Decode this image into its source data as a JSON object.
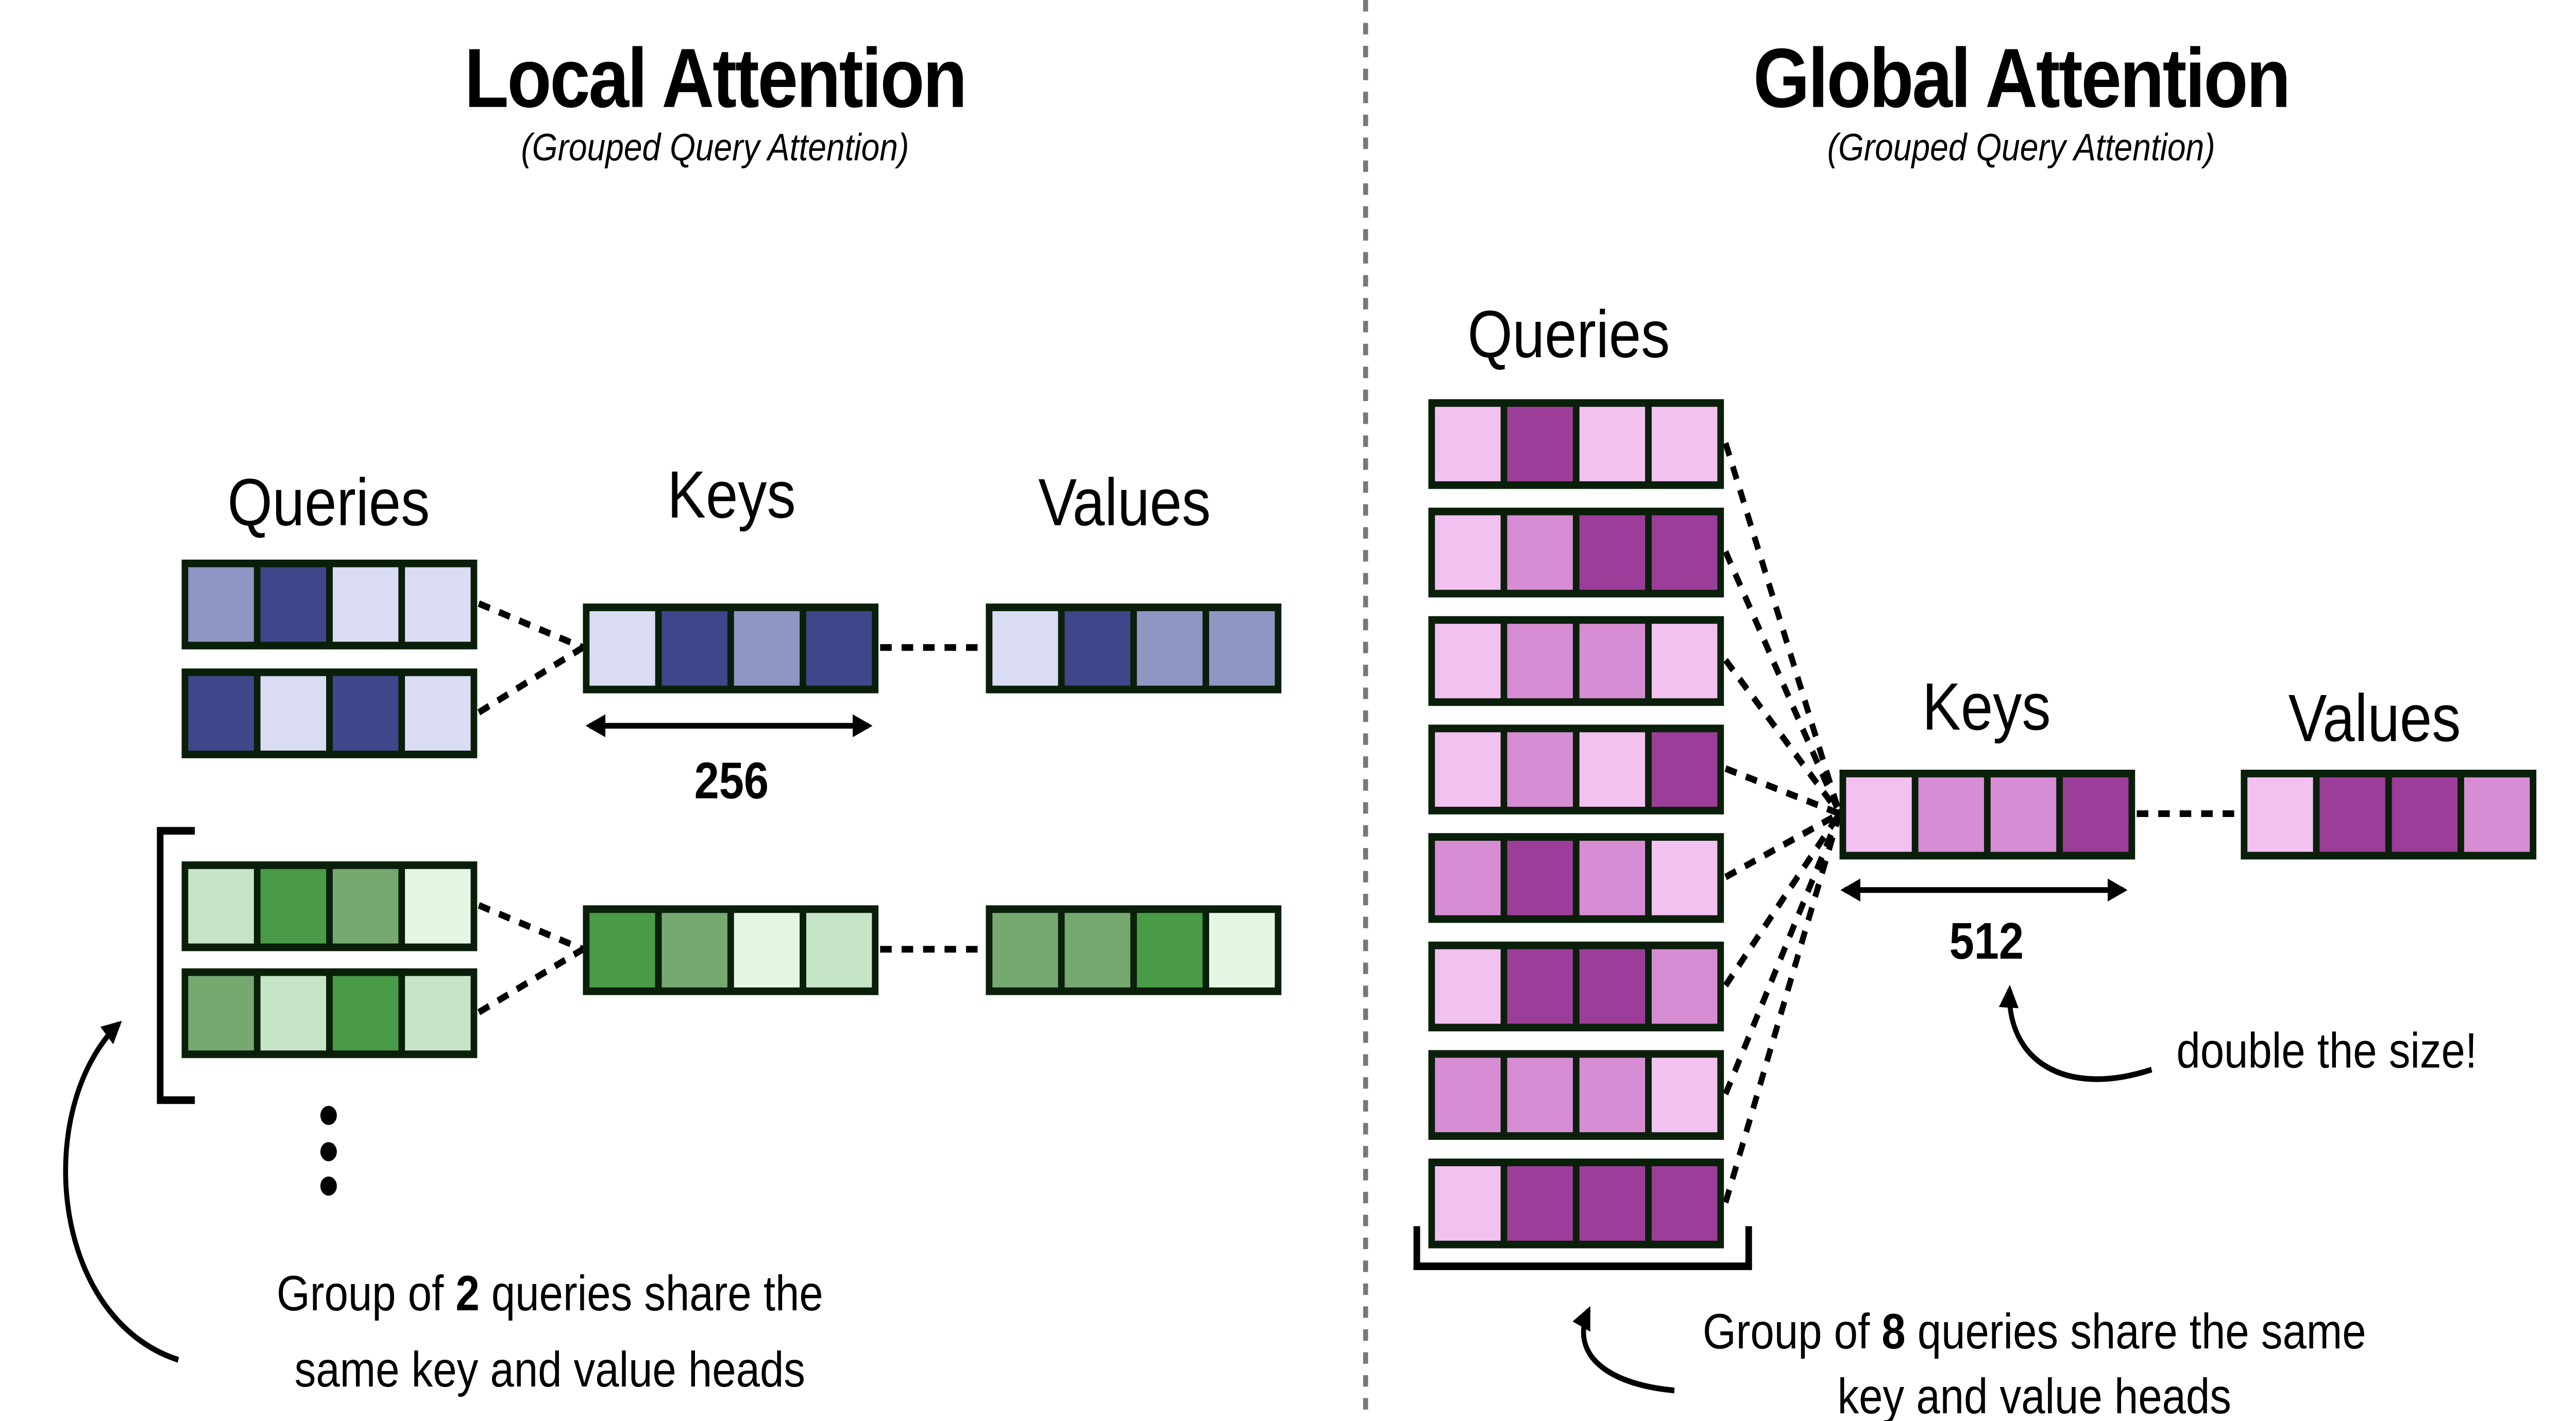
{
  "palette": {
    "border": "#0A1F0A",
    "blue": {
      "light": "#DADCF4",
      "mid": "#9096C4",
      "dark": "#3F478A"
    },
    "green": {
      "light": "#E5F7E4",
      "pale": "#C6E5C6",
      "mid": "#76A970",
      "dark": "#4A9B48"
    },
    "pink": {
      "light": "#F2C1F0",
      "mid": "#D78DD4",
      "dark": "#9C3D99"
    },
    "divider": "#777777"
  },
  "local": {
    "title": "Local Attention",
    "subtitle": "(Grouped Query Attention)",
    "queries_label": "Queries",
    "keys_label": "Keys",
    "values_label": "Values",
    "key_size": "256",
    "groups": [
      {
        "color": "blue",
        "queries": [
          [
            "mid",
            "dark",
            "light",
            "light"
          ],
          [
            "dark",
            "light",
            "dark",
            "light"
          ]
        ],
        "keys": [
          "light",
          "dark",
          "mid",
          "dark"
        ],
        "values": [
          "light",
          "dark",
          "mid",
          "mid"
        ]
      },
      {
        "color": "green",
        "queries": [
          [
            "pale",
            "dark",
            "mid",
            "light"
          ],
          [
            "mid",
            "pale",
            "dark",
            "pale"
          ]
        ],
        "keys": [
          "dark",
          "mid",
          "light",
          "pale"
        ],
        "values": [
          "mid",
          "mid",
          "dark",
          "light"
        ]
      }
    ],
    "ellipsis": "⋮",
    "note": {
      "line1_pre": "Group of ",
      "line1_bold": "2",
      "line1_post": " queries share the",
      "line2": "same key and value heads"
    }
  },
  "global": {
    "title": "Global Attention",
    "subtitle": "(Grouped Query Attention)",
    "queries_label": "Queries",
    "keys_label": "Keys",
    "values_label": "Values",
    "key_size": "512",
    "color": "pink",
    "queries": [
      [
        "light",
        "dark",
        "light",
        "light"
      ],
      [
        "light",
        "mid",
        "dark",
        "dark"
      ],
      [
        "light",
        "mid",
        "mid",
        "light"
      ],
      [
        "light",
        "mid",
        "light",
        "dark"
      ],
      [
        "mid",
        "dark",
        "mid",
        "light"
      ],
      [
        "light",
        "dark",
        "dark",
        "mid"
      ],
      [
        "mid",
        "mid",
        "mid",
        "light"
      ],
      [
        "light",
        "dark",
        "dark",
        "dark"
      ]
    ],
    "keys": [
      "light",
      "mid",
      "mid",
      "dark"
    ],
    "values": [
      "light",
      "dark",
      "dark",
      "mid"
    ],
    "size_note": "double the size!",
    "note": {
      "line1_pre": "Group of ",
      "line1_bold": "8",
      "line1_post": " queries share the same",
      "line2": "key and value heads"
    }
  }
}
